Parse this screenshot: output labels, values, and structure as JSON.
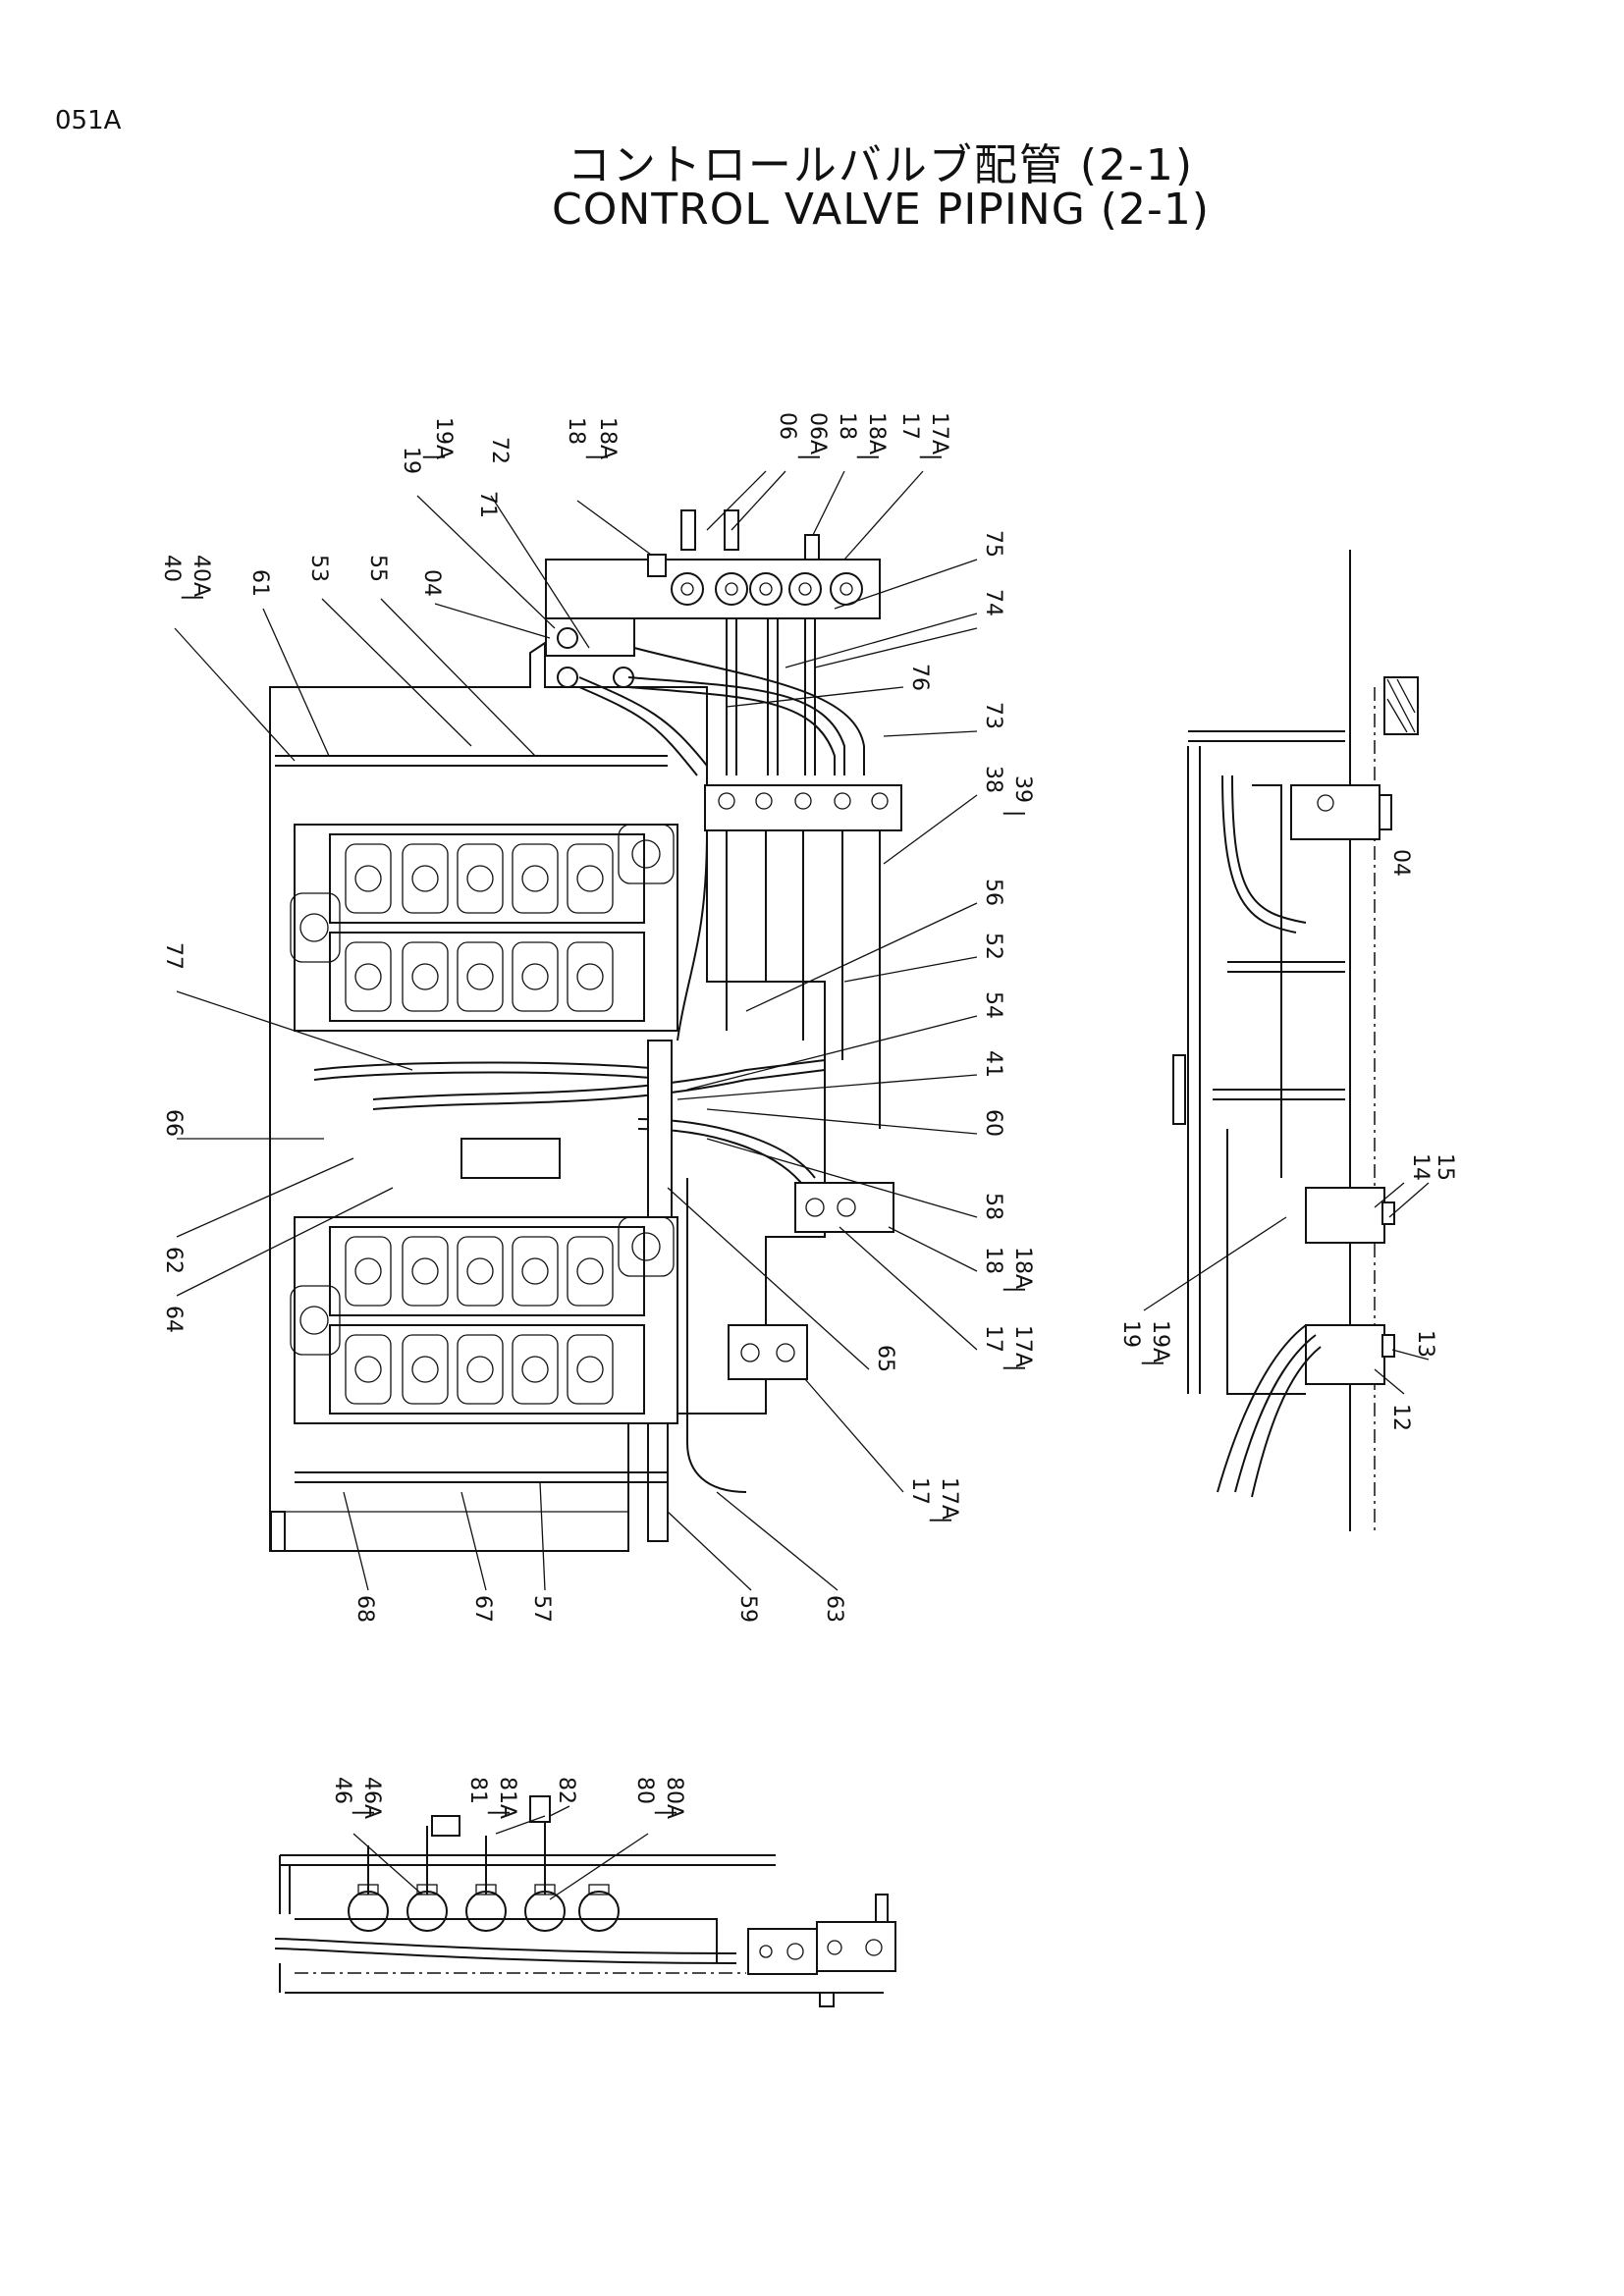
{
  "page": {
    "code": "051A",
    "title_jp": "コントロールバルブ配管 (2-1)",
    "title_en": "CONTROL VALVE PIPING (2-1)"
  },
  "main_view_labels": {
    "top": [
      {
        "id": "l_19",
        "text": "19"
      },
      {
        "id": "l_dash1",
        "text": "|"
      },
      {
        "id": "l_19A",
        "text": "19A"
      },
      {
        "id": "l_72",
        "text": "72"
      },
      {
        "id": "l_18",
        "text": "18"
      },
      {
        "id": "l_dash2",
        "text": "|"
      },
      {
        "id": "l_18A",
        "text": "18A"
      },
      {
        "id": "l_06",
        "text": "06"
      },
      {
        "id": "l_dash3",
        "text": "|"
      },
      {
        "id": "l_06A",
        "text": "06A"
      },
      {
        "id": "l_18b",
        "text": "18"
      },
      {
        "id": "l_dash4",
        "text": "|"
      },
      {
        "id": "l_18Ab",
        "text": "18A"
      },
      {
        "id": "l_17",
        "text": "17"
      },
      {
        "id": "l_dash5",
        "text": "|"
      },
      {
        "id": "l_17A",
        "text": "17A"
      },
      {
        "id": "l_71",
        "text": "71"
      }
    ],
    "left": [
      {
        "id": "l_40",
        "text": "40"
      },
      {
        "id": "l_dash6",
        "text": "|"
      },
      {
        "id": "l_40A",
        "text": "40A"
      },
      {
        "id": "l_61",
        "text": "61"
      },
      {
        "id": "l_53",
        "text": "53"
      },
      {
        "id": "l_55",
        "text": "55"
      },
      {
        "id": "l_04",
        "text": "04"
      },
      {
        "id": "l_77",
        "text": "77"
      },
      {
        "id": "l_66",
        "text": "66"
      },
      {
        "id": "l_62",
        "text": "62"
      },
      {
        "id": "l_64",
        "text": "64"
      }
    ],
    "right": [
      {
        "id": "l_75",
        "text": "75"
      },
      {
        "id": "l_74",
        "text": "74"
      },
      {
        "id": "l_76",
        "text": "76"
      },
      {
        "id": "l_73",
        "text": "73"
      },
      {
        "id": "l_38",
        "text": "38"
      },
      {
        "id": "l_dash7",
        "text": "|"
      },
      {
        "id": "l_39",
        "text": "39"
      },
      {
        "id": "l_56",
        "text": "56"
      },
      {
        "id": "l_52",
        "text": "52"
      },
      {
        "id": "l_54",
        "text": "54"
      },
      {
        "id": "l_41",
        "text": "41"
      },
      {
        "id": "l_60",
        "text": "60"
      },
      {
        "id": "l_58",
        "text": "58"
      },
      {
        "id": "l_18c",
        "text": "18"
      },
      {
        "id": "l_dash8",
        "text": "|"
      },
      {
        "id": "l_18Ac",
        "text": "18A"
      },
      {
        "id": "l_17b",
        "text": "17"
      },
      {
        "id": "l_dash9",
        "text": "|"
      },
      {
        "id": "l_17Ab",
        "text": "17A"
      },
      {
        "id": "l_65",
        "text": "65"
      },
      {
        "id": "l_17c",
        "text": "17"
      },
      {
        "id": "l_dash10",
        "text": "|"
      },
      {
        "id": "l_17Ac",
        "text": "17A"
      }
    ],
    "bottom": [
      {
        "id": "l_68",
        "text": "68"
      },
      {
        "id": "l_67",
        "text": "67"
      },
      {
        "id": "l_57",
        "text": "57"
      },
      {
        "id": "l_59",
        "text": "59"
      },
      {
        "id": "l_63",
        "text": "63"
      }
    ]
  },
  "side_view_labels": [
    {
      "id": "s_04",
      "text": "04"
    },
    {
      "id": "s_14",
      "text": "14"
    },
    {
      "id": "s_15",
      "text": "15"
    },
    {
      "id": "s_19",
      "text": "19"
    },
    {
      "id": "s_dash",
      "text": "|"
    },
    {
      "id": "s_19A",
      "text": "19A"
    },
    {
      "id": "s_12",
      "text": "12"
    },
    {
      "id": "s_13",
      "text": "13"
    }
  ],
  "bottom_view_labels": [
    {
      "id": "b_46",
      "text": "46"
    },
    {
      "id": "b_dash1",
      "text": "|"
    },
    {
      "id": "b_46A",
      "text": "46A"
    },
    {
      "id": "b_81",
      "text": "81"
    },
    {
      "id": "b_dash2",
      "text": "|"
    },
    {
      "id": "b_81A",
      "text": "81A"
    },
    {
      "id": "b_82",
      "text": "82"
    },
    {
      "id": "b_80",
      "text": "80"
    },
    {
      "id": "b_dash3",
      "text": "|"
    },
    {
      "id": "b_80A",
      "text": "80A"
    }
  ]
}
